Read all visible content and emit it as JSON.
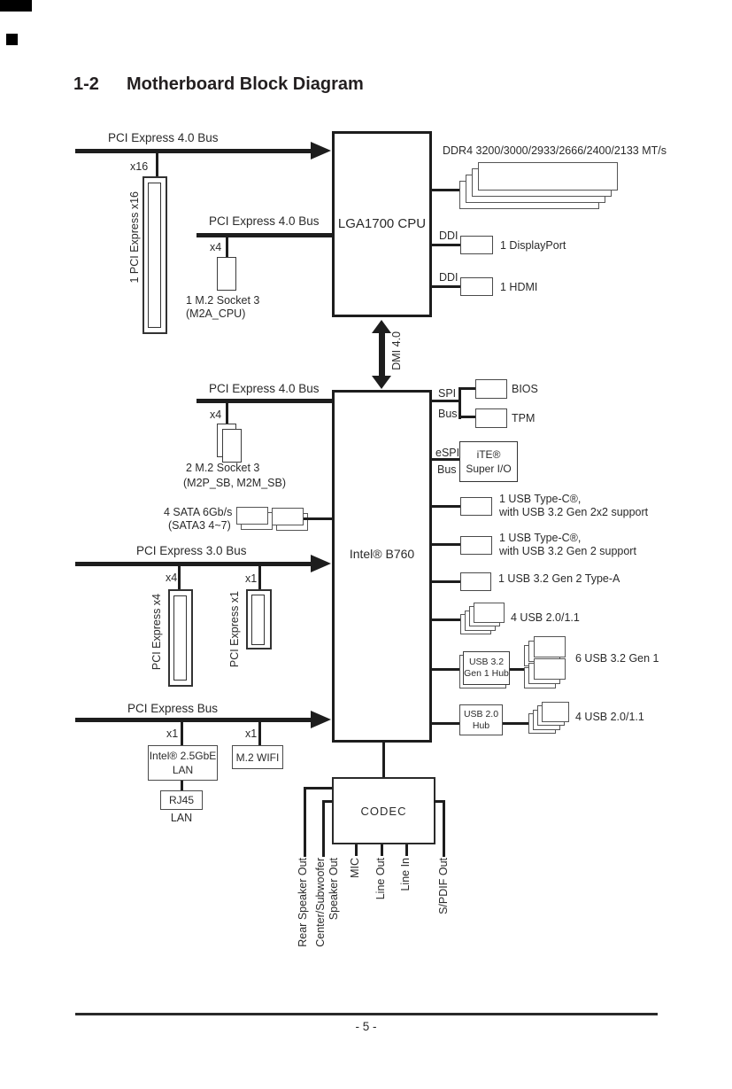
{
  "colors": {
    "ink": "#1d1d1d"
  },
  "page": {
    "heading_number": "1-2",
    "heading": "Motherboard Block Diagram",
    "page_number": "- 5 -"
  },
  "cpu": {
    "label": "LGA1700 CPU",
    "memory": "DDR4 3200/3000/2933/2666/2400/2133 MT/s",
    "x16_bus": "PCI Express 4.0 Bus",
    "x16_lane": "x16",
    "x16_slot": "1 PCI Express x16",
    "m2_bus": "PCI Express 4.0 Bus",
    "m2_lane": "x4",
    "m2_name": "1 M.2 Socket 3",
    "m2_id": "(M2A_CPU)",
    "ddi": "DDI",
    "displayport": "1 DisplayPort",
    "hdmi": "1 HDMI"
  },
  "dmi": {
    "label": "DMI 4.0"
  },
  "chipset": {
    "label": "Intel® B760",
    "spi": "SPI",
    "spi_bus": "Bus",
    "bios": "BIOS",
    "tpm": "TPM",
    "espi": "eSPI",
    "espi_bus": "Bus",
    "superio1": "iTE®",
    "superio2": "Super I/O",
    "usbc1_1": "1 USB Type-C®,",
    "usbc1_2": "with USB 3.2 Gen 2x2 support",
    "usbc2_1": "1 USB Type-C®,",
    "usbc2_2": "with USB 3.2 Gen 2 support",
    "usb_typea": "1 USB 3.2 Gen 2 Type-A",
    "usb20_direct": "4 USB 2.0/1.1",
    "usb32hub1": "USB 3.2",
    "usb32hub2": "Gen 1 Hub",
    "usb32_ports": "6 USB 3.2 Gen 1",
    "usb20hub1": "USB 2.0",
    "usb20hub2": "Hub",
    "usb20_ports": "4 USB 2.0/1.1",
    "m2_bus": "PCI Express 4.0 Bus",
    "m2_lane": "x4",
    "m2_name": "2 M.2 Socket 3",
    "m2_id": "(M2P_SB, M2M_SB)",
    "sata1": "4 SATA 6Gb/s",
    "sata2": "(SATA3 4~7)",
    "pcie30_bus": "PCI Express 3.0 Bus",
    "x4_lane": "x4",
    "x4_slot": "PCI Express x4",
    "x1_lane": "x1",
    "x1_slot": "PCI Express x1",
    "pcie_bus": "PCI Express Bus",
    "lan_lane": "x1",
    "lan1": "Intel® 2.5GbE",
    "lan2": "LAN",
    "wifi_lane": "x1",
    "wifi": "M.2 WIFI",
    "rj45": "RJ45",
    "rj45_sub": "LAN"
  },
  "audio": {
    "codec": "CODEC",
    "jack_rear": "Rear Speaker Out",
    "jack_center1": "Center/Subwoofer",
    "jack_center2": "Speaker Out",
    "jack_mic": "MIC",
    "jack_lineout": "Line Out",
    "jack_linein": "Line In",
    "jack_spdif": "S/PDIF Out"
  }
}
